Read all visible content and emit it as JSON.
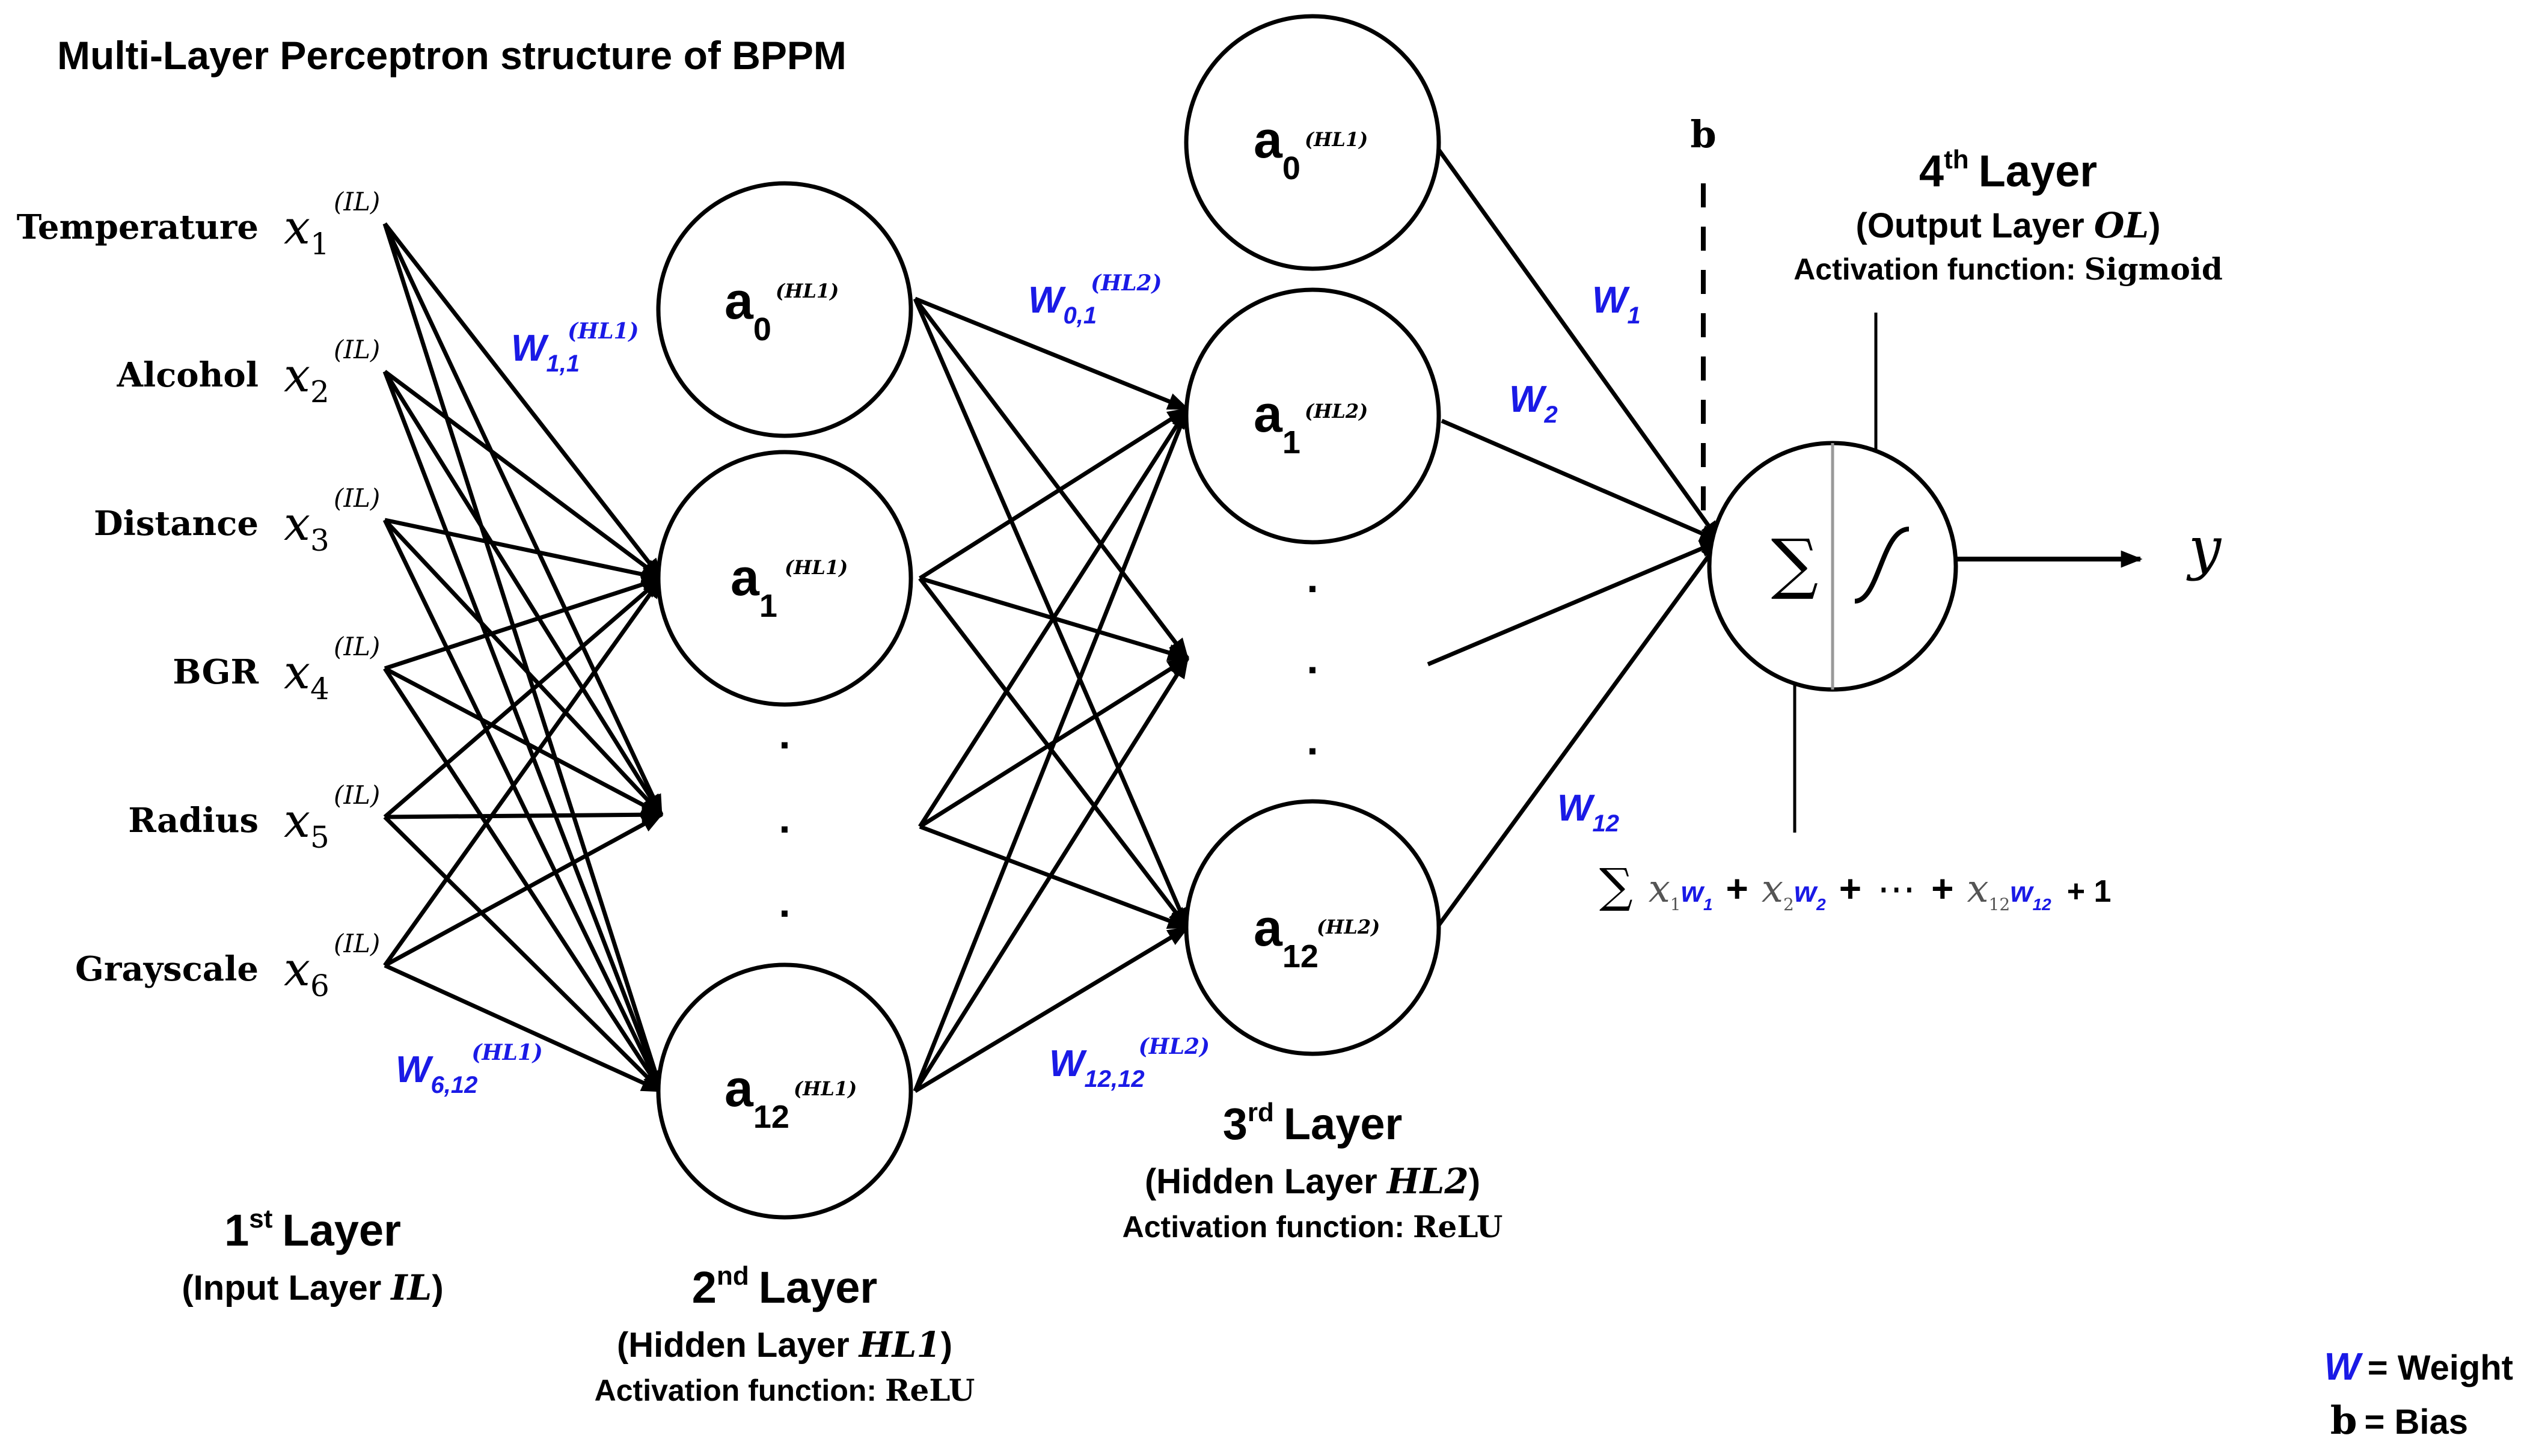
{
  "title": "Multi-Layer Perceptron structure of BPPM",
  "inputs": [
    {
      "label": "Temperature",
      "var": "x",
      "sub": "1",
      "sup": "(IL)"
    },
    {
      "label": "Alcohol",
      "var": "x",
      "sub": "2",
      "sup": "(IL)"
    },
    {
      "label": "Distance",
      "var": "x",
      "sub": "3",
      "sup": "(IL)"
    },
    {
      "label": "BGR",
      "var": "x",
      "sub": "4",
      "sup": "(IL)"
    },
    {
      "label": "Radius",
      "var": "x",
      "sub": "5",
      "sup": "(IL)"
    },
    {
      "label": "Grayscale",
      "var": "x",
      "sub": "6",
      "sup": "(IL)"
    }
  ],
  "hl1_nodes": [
    {
      "main": "a",
      "sub": "0",
      "sup": "(HL1)"
    },
    {
      "main": "a",
      "sub": "1",
      "sup": "(HL1)"
    },
    {
      "main": "a",
      "sub": "12",
      "sup": "(HL1)"
    }
  ],
  "hl2_nodes": [
    {
      "main": "a",
      "sub": "0",
      "sup": "(HL1)"
    },
    {
      "main": "a",
      "sub": "1",
      "sup": "(HL2)"
    },
    {
      "main": "a",
      "sub": "12",
      "sup": "(HL2)"
    }
  ],
  "weights": {
    "w11": {
      "main": "W",
      "sub": "1,1",
      "sup": "(HL1)"
    },
    "w612": {
      "main": "W",
      "sub": "6,12",
      "sup": "(HL1)"
    },
    "w01": {
      "main": "W",
      "sub": "0,1",
      "sup": "(HL2)"
    },
    "w1212": {
      "main": "W",
      "sub": "12,12",
      "sup": "(HL2)"
    },
    "w1": {
      "main": "W",
      "sub": "1"
    },
    "w2": {
      "main": "W",
      "sub": "2"
    },
    "w12": {
      "main": "W",
      "sub": "12"
    }
  },
  "dots": ".",
  "bias": "b",
  "output_symbols": {
    "sum": "∑",
    "y": "y"
  },
  "layers": {
    "l1": {
      "title": "1",
      "ord": "st",
      "word": "Layer",
      "sub_pre": "(Input Layer ",
      "sub_it": "IL",
      "sub_post": ")"
    },
    "l2": {
      "title": "2",
      "ord": "nd",
      "word": "Layer",
      "sub_pre": "(Hidden Layer ",
      "sub_it": "HL1",
      "sub_post": ")",
      "act_pre": "Activation function: ",
      "act_fn": "ReLU"
    },
    "l3": {
      "title": "3",
      "ord": "rd",
      "word": "Layer",
      "sub_pre": "(Hidden Layer ",
      "sub_it": "HL2",
      "sub_post": ")",
      "act_pre": "Activation function: ",
      "act_fn": "ReLU"
    },
    "l4": {
      "title": "4",
      "ord": "th",
      "word": "Layer",
      "sub_pre": "(Output Layer ",
      "sub_it": "OL",
      "sub_post": ")",
      "act_pre": "Activation function: ",
      "act_fn": "Sigmoid"
    }
  },
  "formula": {
    "sum": "∑",
    "terms": [
      {
        "x": "x",
        "xsub": "1",
        "w": "w",
        "wsub": "1"
      },
      {
        "x": "x",
        "xsub": "2",
        "w": "w",
        "wsub": "2"
      },
      {
        "x": "x",
        "xsub": "12",
        "w": "w",
        "wsub": "12"
      }
    ],
    "plus": "+",
    "ellipsis": "⋯",
    "tail": "+ 1"
  },
  "legend": {
    "w_symbol": "W",
    "w_text": "= Weight",
    "b_symbol": "b",
    "b_text": "= Bias"
  },
  "colors": {
    "weight": "#1a1ae6",
    "line": "#000000"
  }
}
